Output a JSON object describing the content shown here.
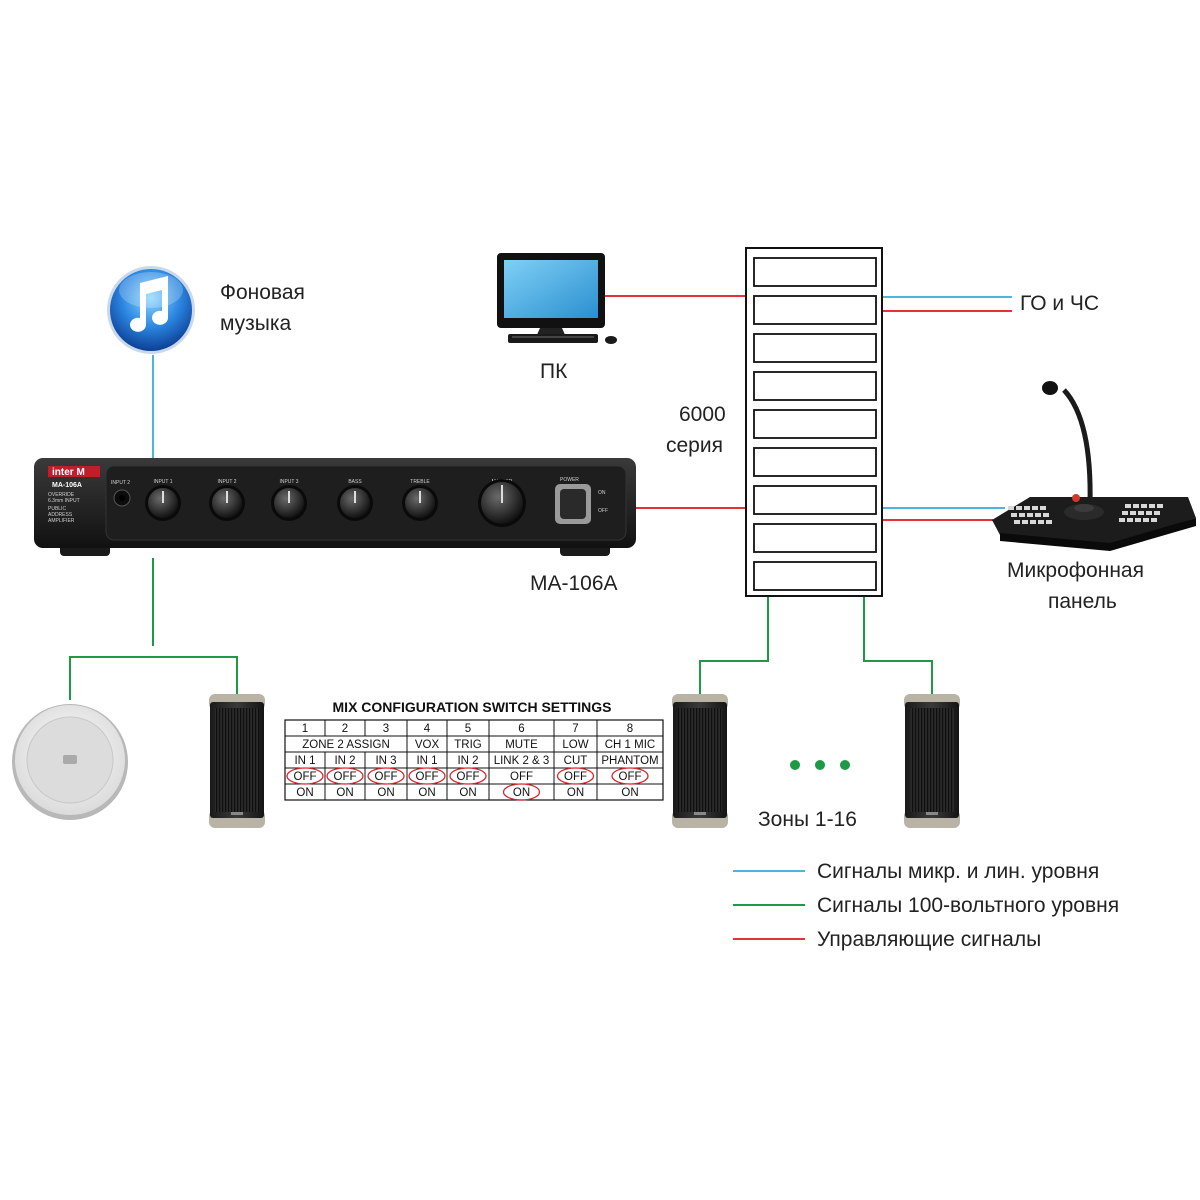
{
  "labels": {
    "background_music": [
      "Фоновая",
      "музыка"
    ],
    "pc": "ПК",
    "series": [
      "6000",
      "серия"
    ],
    "civil_defense": "ГО и ЧС",
    "amplifier_model": "MA-106A",
    "mic_panel": [
      "Микрофонная",
      "панель"
    ],
    "zones": "Зоны 1-16"
  },
  "amplifier": {
    "brand": "inter M",
    "model": "MA-106A",
    "side_text": [
      "PUBLIC",
      "ADDRESS",
      "AMPLIFIER"
    ],
    "input2_jack": "INPUT 2",
    "jack_caption": [
      "OVERRIDE",
      "6.3mm INPUT"
    ],
    "knobs": [
      "INPUT 1",
      "INPUT 2",
      "INPUT 3",
      "BASS",
      "TREBLE",
      "MASTER"
    ],
    "power": "POWER",
    "power_on": "ON",
    "power_off": "OFF"
  },
  "switch_table": {
    "title": "MIX CONFIGURATION SWITCH SETTINGS",
    "numbers": [
      "1",
      "2",
      "3",
      "4",
      "5",
      "6",
      "7",
      "8"
    ],
    "groups": [
      "ZONE 2  ASSIGN",
      "VOX",
      "TRIG",
      "MUTE",
      "LOW",
      "CH 1 MIC"
    ],
    "subs": [
      "IN 1",
      "IN 2",
      "IN 3",
      "IN 1",
      "IN 2",
      "LINK 2 & 3",
      "CUT",
      "PHANTOM"
    ],
    "off_label": "OFF",
    "on_label": "ON",
    "selected": [
      "OFF",
      "OFF",
      "OFF",
      "OFF",
      "OFF",
      "ON",
      "OFF",
      "OFF"
    ]
  },
  "legend": [
    {
      "label": "Сигналы микр. и лин. уровня",
      "color": "#4fb3e0"
    },
    {
      "label": "Сигналы 100-вольтного уровня",
      "color": "#1e9a46"
    },
    {
      "label": "Управляющие сигналы",
      "color": "#e23339"
    }
  ],
  "colors": {
    "line_signal": "#4fb3e0",
    "line_100v": "#1e9a46",
    "line_control": "#e23339",
    "selection_circle": "#d7262d",
    "dots": "#1e9a46"
  },
  "icons": [
    "music-note-icon",
    "computer-icon",
    "microphone-icon",
    "speaker-icon"
  ]
}
